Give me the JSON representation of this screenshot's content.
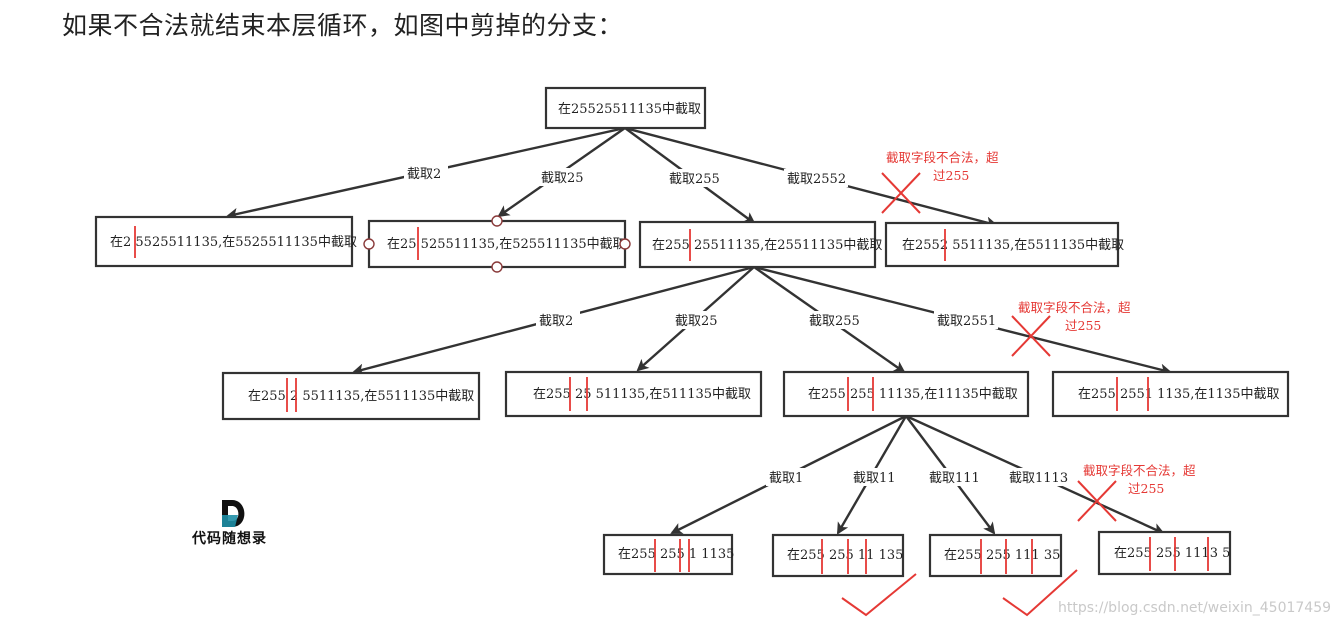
{
  "heading": "如果不合法就结束本层循环，如图中剪掉的分支：",
  "nodes": {
    "root": "在25525511135中截取",
    "l1": [
      "在2 5525511135,在5525511135中截取",
      "在25 525511135,在525511135中截取",
      "在255 25511135,在25511135中截取",
      "在2552 5511135,在5511135中截取"
    ],
    "l2": [
      "在255 2 5511135,在5511135中截取",
      "在255 25 511135,在511135中截取",
      "在255 255 11135,在11135中截取",
      "在255 2551 1135,在1135中截取"
    ],
    "l3": [
      "在255 255 1 1135",
      "在255 255 11 135",
      "在255 255 111 35",
      "在255 255 1113 5"
    ]
  },
  "edge_labels": {
    "l1": [
      "截取2",
      "截取25",
      "截取255",
      "截取2552"
    ],
    "l2": [
      "截取2",
      "截取25",
      "截取255",
      "截取2551"
    ],
    "l3": [
      "截取1",
      "截取11",
      "截取111",
      "截取1113"
    ]
  },
  "annotations": {
    "invalid_line1": "截取字段不合法，超",
    "invalid_line2": "过255"
  },
  "logo": {
    "letter": "D",
    "text": "代码随想录",
    "accent": "#1f8fa6"
  },
  "watermark": "https://blog.csdn.net/weixin_45017459",
  "colors": {
    "edge": "#333333",
    "mark": "#e53935"
  }
}
